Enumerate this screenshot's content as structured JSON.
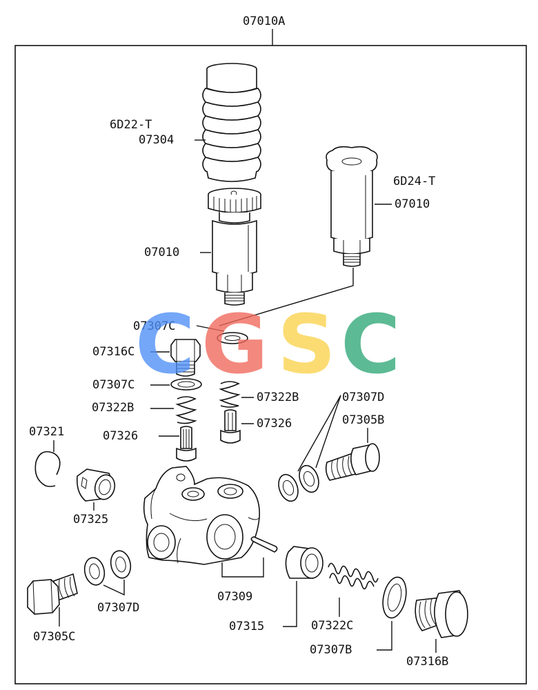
{
  "title": "07010A",
  "labels": {
    "l_6d22t": "6D22-T",
    "l_07304": "07304",
    "l_6d24t": "6D24-T",
    "l_07010_right": "07010",
    "l_07010_left": "07010",
    "l_07307c_top": "07307C",
    "l_07316c": "07316C",
    "l_07307c_mid": "07307C",
    "l_07322b_left": "07322B",
    "l_07322b_right": "07322B",
    "l_07307d_top": "07307D",
    "l_07305b": "07305B",
    "l_07321": "07321",
    "l_07326_left": "07326",
    "l_07326_right": "07326",
    "l_07325": "07325",
    "l_07309": "07309",
    "l_07315": "07315",
    "l_07322c": "07322C",
    "l_07307d_bottom": "07307D",
    "l_07305c": "07305C",
    "l_07307b": "07307B",
    "l_07316b": "07316B"
  },
  "watermark": {
    "letters": [
      "C",
      "G",
      "S",
      "C"
    ],
    "colors": [
      "#4f8ff7",
      "#f0675a",
      "#fbd34d",
      "#2fa777"
    ]
  }
}
